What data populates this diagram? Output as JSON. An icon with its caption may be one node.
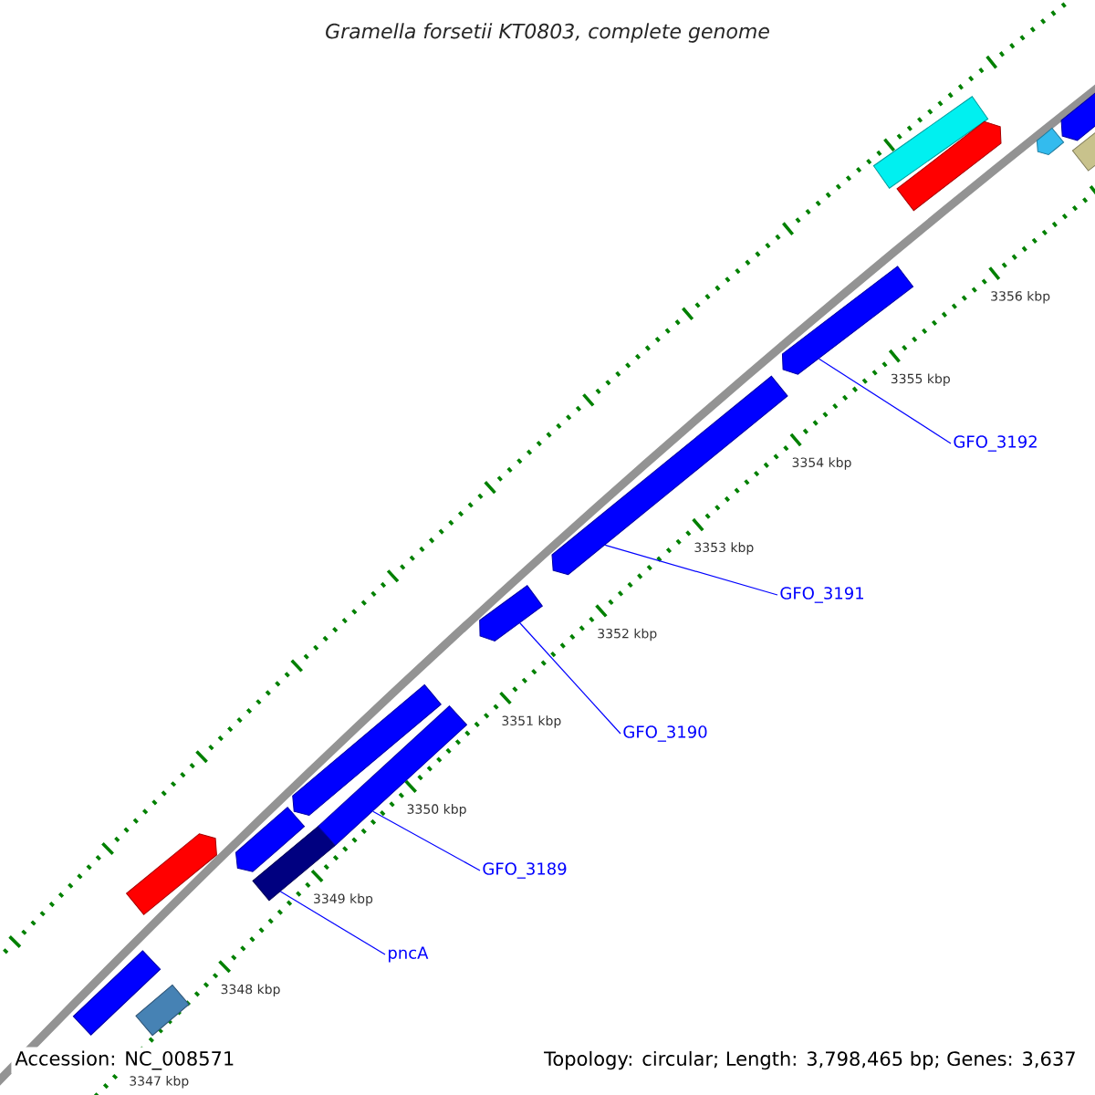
{
  "diagram": {
    "title": "Gramella forsetii KT0803, complete genome",
    "nodes": [
      {
        "text": [
          "GFO_3192"
        ]
      },
      {
        "text": [
          "GFO_3191"
        ]
      },
      {
        "text": [
          "GFO_3190"
        ]
      },
      {
        "text": [
          "GFO_3189"
        ]
      },
      {
        "text": [
          "pncA"
        ]
      },
      {
        "text": [],
        "shape": "box"
      },
      {
        "text": [],
        "shape": "box"
      },
      {
        "text": [],
        "shape": "arrow"
      },
      {
        "text": [],
        "shape": "arrow"
      },
      {
        "text": [],
        "shape": "box"
      },
      {
        "text": [],
        "shape": "box"
      },
      {
        "text": [],
        "shape": "arrow"
      },
      {
        "text": [],
        "shape": "arrow"
      },
      {
        "text": [],
        "shape": "arrow"
      },
      {
        "text": [],
        "shape": "arrow"
      },
      {
        "text": [],
        "shape": "box"
      },
      {
        "text": [],
        "shape": "arrow"
      },
      {
        "text": [],
        "shape": "arrow"
      },
      {
        "text": [],
        "shape": "arrow"
      },
      {
        "text": [],
        "shape": "box"
      }
    ],
    "edges": [
      {
        "from": 0,
        "to": 14,
        "arrow": "none"
      },
      {
        "from": 1,
        "to": 13,
        "arrow": "none"
      },
      {
        "from": 2,
        "to": 12,
        "arrow": "none"
      },
      {
        "from": 3,
        "to": 10,
        "arrow": "none"
      },
      {
        "from": 4,
        "to": 9,
        "arrow": "none"
      }
    ],
    "labels": [
      "3356 kbp",
      "3355 kbp",
      "3354 kbp",
      "3353 kbp",
      "3352 kbp",
      "3351 kbp",
      "3350 kbp",
      "3349 kbp",
      "3348 kbp",
      "3347 kbp",
      "Accession: NC_008571",
      "Topology: circular; Length: 3,798,465 bp; Genes: 3,637"
    ]
  }
}
